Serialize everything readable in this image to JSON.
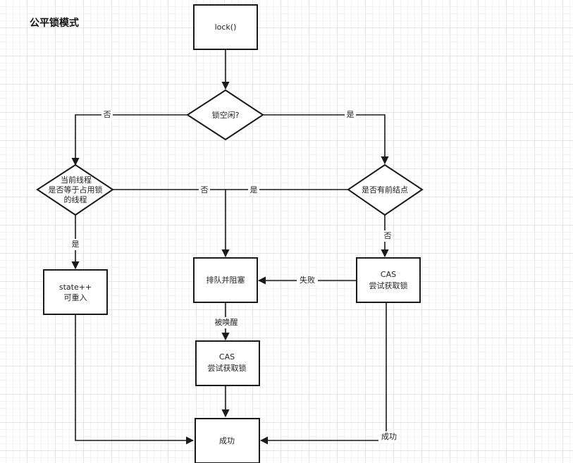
{
  "title": "公平锁模式",
  "nodes": {
    "lock": "lock()",
    "lock_free": "锁空闲?",
    "current_thread": [
      "当前线程",
      "是否等于占用锁",
      "的线程"
    ],
    "has_predecessor": "是否有前结点",
    "reentrant": [
      "state++",
      "可重入"
    ],
    "queue_block": "排队并阻塞",
    "cas_right": [
      "CAS",
      "尝试获取锁"
    ],
    "cas_middle": [
      "CAS",
      "尝试获取锁"
    ],
    "success": "成功"
  },
  "edges": {
    "lock_free_no": "否",
    "lock_free_yes": "是",
    "current_thread_no": "否",
    "has_predecessor_yes": "是",
    "has_predecessor_no": "否",
    "current_thread_yes": "是",
    "cas_right_fail": "失败",
    "queue_woken": "被唤醒",
    "cas_right_success": "成功"
  }
}
